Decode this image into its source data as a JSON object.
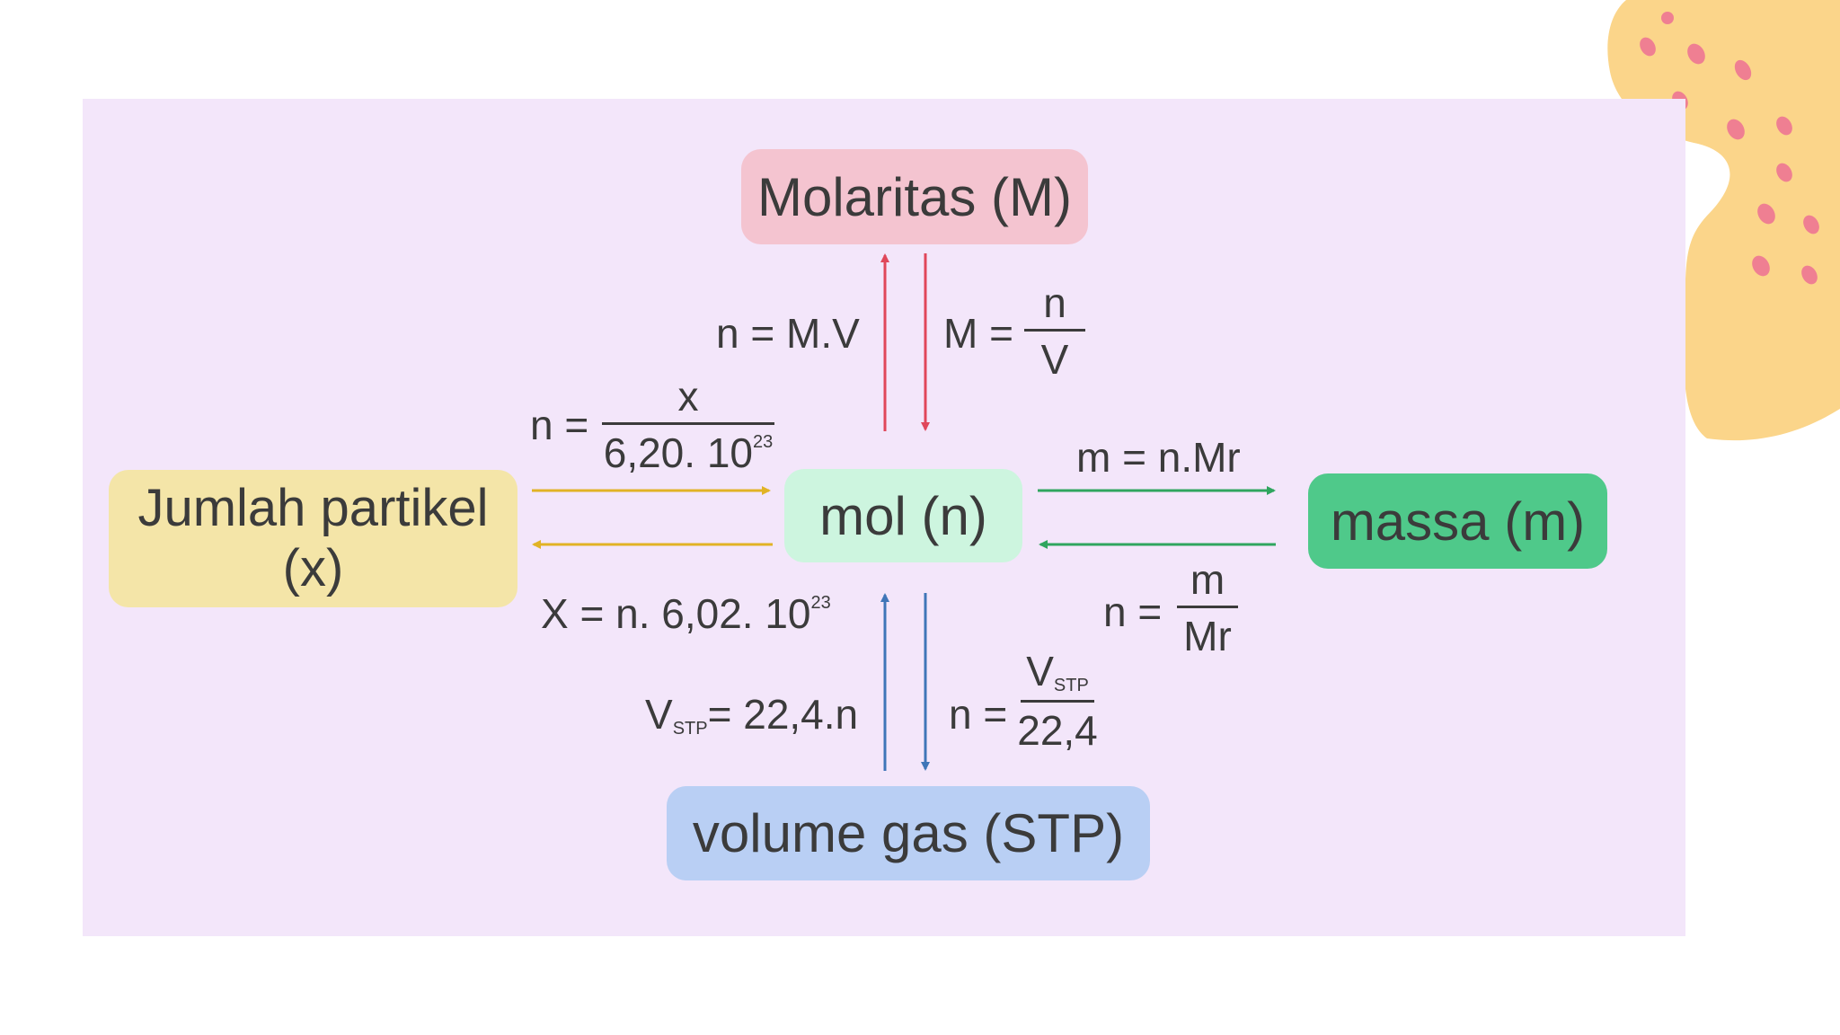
{
  "colors": {
    "panel": "#f3e6fa",
    "molaritas_box": "#f4c4d0",
    "mol_box": "#cdf5df",
    "jumlah_box": "#f4e5a8",
    "massa_box": "#4fc98a",
    "volume_box": "#b9cff4",
    "red_arrow": "#e0475a",
    "yellow_arrow": "#e1b325",
    "green_arrow": "#2fa55e",
    "blue_arrow": "#3f76b8",
    "decor_blob": "#fbd58a",
    "decor_dots": "#ef7f92"
  },
  "nodes": {
    "molaritas": "Molaritas (M)",
    "mol": "mol (n)",
    "jumlah_line1": "Jumlah partikel",
    "jumlah_line2": "(x)",
    "massa": "massa (m)",
    "volume": "volume gas (STP)"
  },
  "formulas": {
    "n_from_M": "n = M.V",
    "M_lhs": "M =",
    "M_num": "n",
    "M_den": "V",
    "n_from_x_lhs": "n =",
    "n_from_x_num": "x",
    "n_from_x_den_base": "6,20. 10",
    "n_from_x_den_exp": "23",
    "X_base": "X = n. 6,02. 10",
    "X_exp": "23",
    "m_from_n": "m = n.Mr",
    "n_from_m_lhs": "n =",
    "n_from_m_num": "m",
    "n_from_m_den": "Mr",
    "Vstp_V": "V",
    "Vstp_sub": "STP",
    "Vstp_rhs": "= 22,4.n",
    "n_from_V_lhs": "n =",
    "n_from_V_num_V": "V",
    "n_from_V_num_sub": "STP",
    "n_from_V_den": "22,4"
  }
}
